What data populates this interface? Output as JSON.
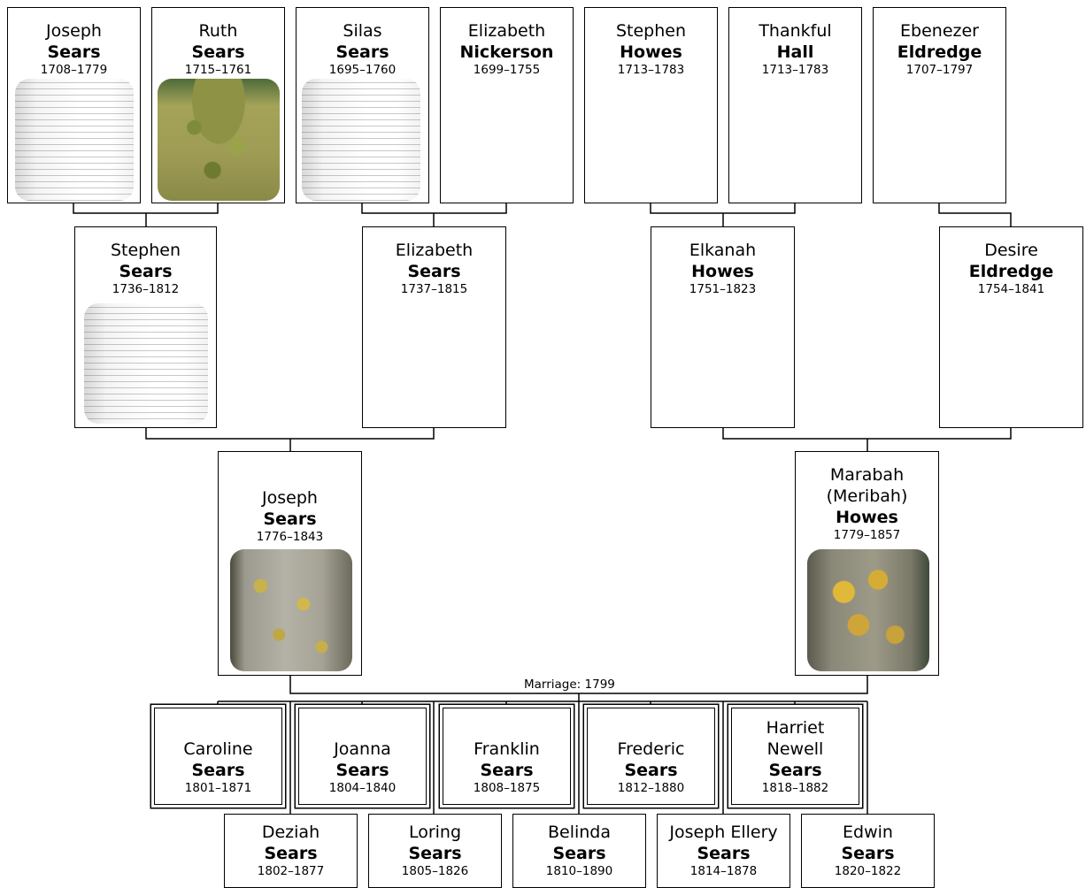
{
  "marriage_label": "Marriage: 1799",
  "colors": {
    "border": "#000000",
    "background": "#ffffff"
  },
  "people": {
    "p1": {
      "given": "Joseph",
      "surname": "Sears",
      "dates": "1708–1779",
      "photo": "document-scan"
    },
    "p2": {
      "given": "Ruth",
      "surname": "Sears",
      "dates": "1715–1761",
      "photo": "gravestone"
    },
    "p3": {
      "given": "Silas",
      "surname": "Sears",
      "dates": "1695–1760",
      "photo": "document-scan"
    },
    "p4": {
      "given": "Elizabeth",
      "surname": "Nickerson",
      "dates": "1699–1755"
    },
    "p5": {
      "given": "Stephen",
      "surname": "Howes",
      "dates": "1713–1783"
    },
    "p6": {
      "given": "Thankful",
      "surname": "Hall",
      "dates": "1713–1783"
    },
    "p7": {
      "given": "Ebenezer",
      "surname": "Eldredge",
      "dates": "1707–1797"
    },
    "g1": {
      "given": "Stephen",
      "surname": "Sears",
      "dates": "1736–1812",
      "photo": "document-scan"
    },
    "g2": {
      "given": "Elizabeth",
      "surname": "Sears",
      "dates": "1737–1815"
    },
    "g3": {
      "given": "Elkanah",
      "surname": "Howes",
      "dates": "1751–1823"
    },
    "g4": {
      "given": "Desire",
      "surname": "Eldredge",
      "dates": "1754–1841"
    },
    "f1": {
      "given": "Joseph",
      "surname": "Sears",
      "dates": "1776–1843",
      "photo": "gravestone"
    },
    "f2": {
      "given": "Marabah\n(Meribah)",
      "surname": "Howes",
      "dates": "1779–1857",
      "photo": "gravestone"
    },
    "c1": {
      "given": "Caroline",
      "surname": "Sears",
      "dates": "1801–1871"
    },
    "c2": {
      "given": "Joanna",
      "surname": "Sears",
      "dates": "1804–1840"
    },
    "c3": {
      "given": "Franklin",
      "surname": "Sears",
      "dates": "1808–1875"
    },
    "c4": {
      "given": "Frederic",
      "surname": "Sears",
      "dates": "1812–1880"
    },
    "c5": {
      "given": "Harriet\nNewell",
      "surname": "Sears",
      "dates": "1818–1882"
    },
    "c6": {
      "given": "Deziah",
      "surname": "Sears",
      "dates": "1802–1877"
    },
    "c7": {
      "given": "Loring",
      "surname": "Sears",
      "dates": "1805–1826"
    },
    "c8": {
      "given": "Belinda",
      "surname": "Sears",
      "dates": "1810–1890"
    },
    "c9": {
      "given": "Joseph Ellery",
      "surname": "Sears",
      "dates": "1814–1878"
    },
    "c10": {
      "given": "Edwin",
      "surname": "Sears",
      "dates": "1820–1822"
    }
  }
}
